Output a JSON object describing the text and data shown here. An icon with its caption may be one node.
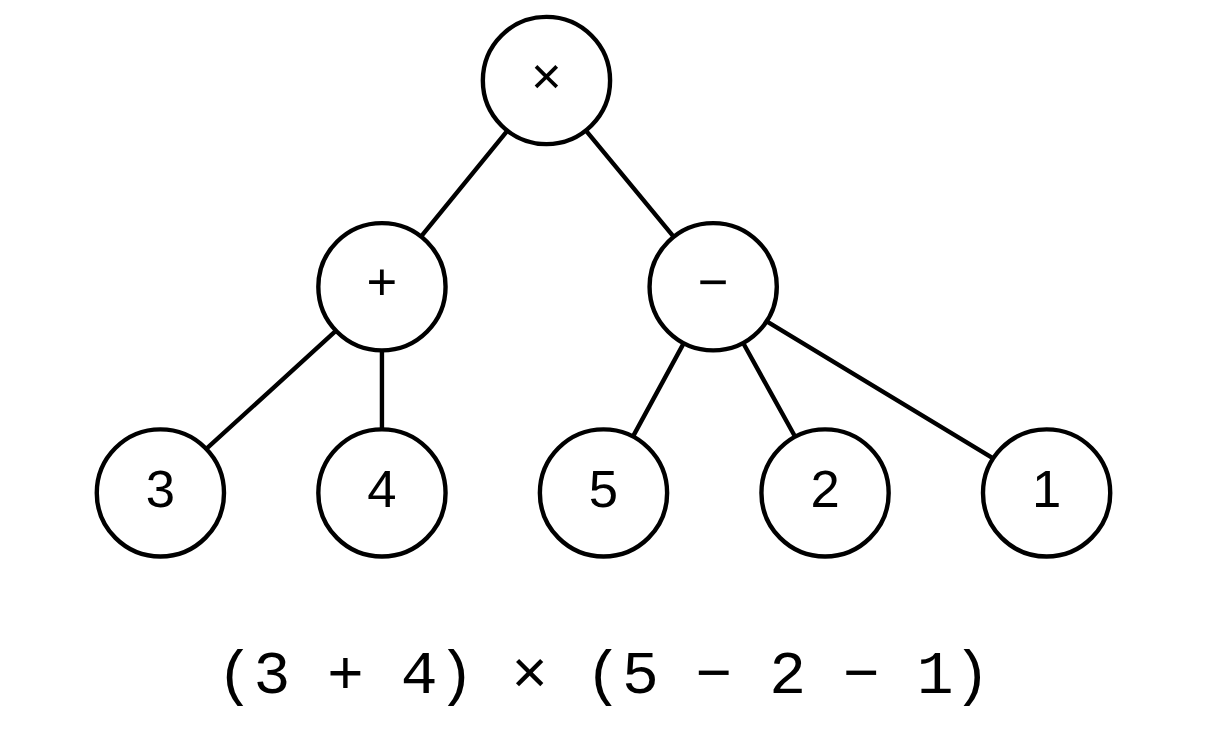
{
  "diagram": {
    "nodes": [
      {
        "text": [
          "×"
        ]
      },
      {
        "text": [
          "+"
        ]
      },
      {
        "text": [
          "−"
        ]
      },
      {
        "text": [
          "3"
        ]
      },
      {
        "text": [
          "4"
        ]
      },
      {
        "text": [
          "5"
        ]
      },
      {
        "text": [
          "2"
        ]
      },
      {
        "text": [
          "1"
        ]
      }
    ],
    "edges": [
      {
        "from": 0,
        "to": 1,
        "arrow": "none"
      },
      {
        "from": 0,
        "to": 2,
        "arrow": "none"
      },
      {
        "from": 1,
        "to": 3,
        "arrow": "none"
      },
      {
        "from": 1,
        "to": 4,
        "arrow": "none"
      },
      {
        "from": 2,
        "to": 5,
        "arrow": "none"
      },
      {
        "from": 2,
        "to": 6,
        "arrow": "none"
      },
      {
        "from": 2,
        "to": 7,
        "arrow": "none"
      }
    ],
    "labels": [
      "(3 + 4) × (5 − 2 − 1)"
    ]
  }
}
